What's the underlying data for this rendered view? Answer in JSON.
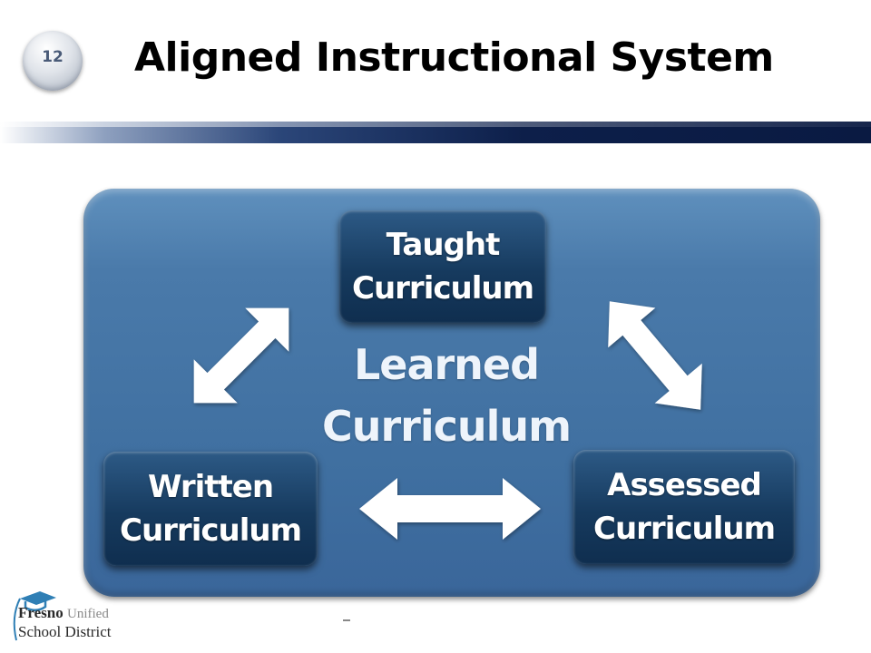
{
  "slide": {
    "number": "12",
    "title": "Aligned Instructional System"
  },
  "diagram": {
    "center_label": [
      "Learned",
      "Curriculum"
    ],
    "nodes": {
      "taught": [
        "Taught",
        "Curriculum"
      ],
      "written": [
        "Written",
        "Curriculum"
      ],
      "assessed": [
        "Assessed",
        "Curriculum"
      ]
    },
    "colors": {
      "panel": "#4a7aaa",
      "node": "#163a5e",
      "arrow": "#ffffff"
    }
  },
  "logo": {
    "line1_bold": "Fresno",
    "line1_rest": "Unified",
    "line2": "School District"
  },
  "footer": {
    "text": "-"
  }
}
